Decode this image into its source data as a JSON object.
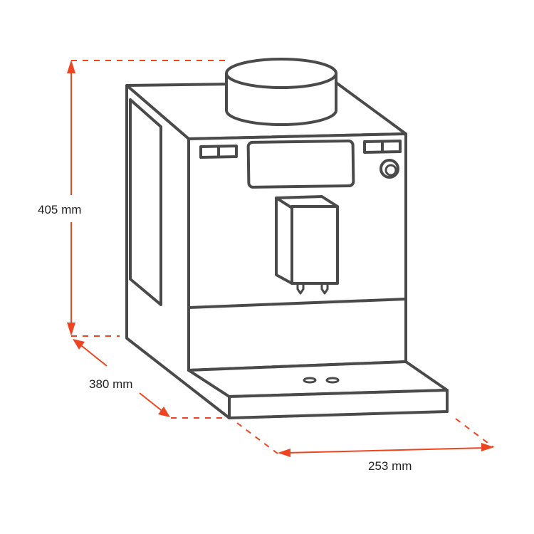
{
  "dimensions": {
    "height_label": "405 mm",
    "depth_label": "380 mm",
    "width_label": "253 mm"
  },
  "colors": {
    "dimension_line": "#ee4422",
    "outline": "#4a4a4a"
  }
}
